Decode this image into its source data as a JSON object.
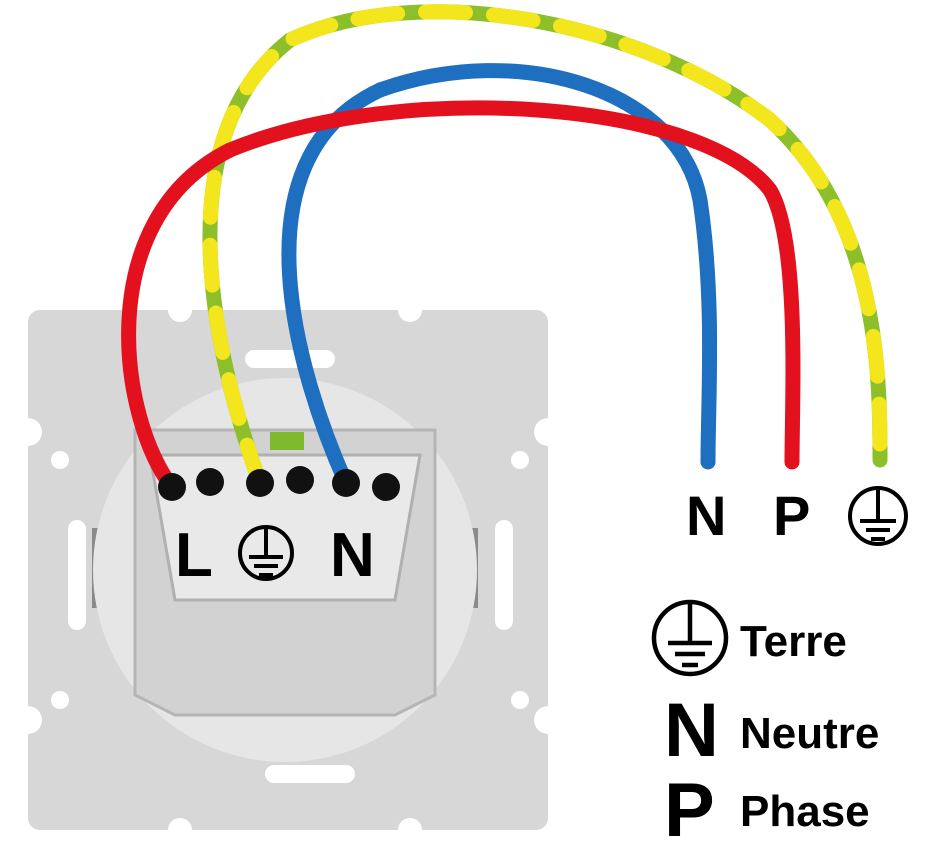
{
  "socket": {
    "terminal_labels": {
      "phase": "L",
      "neutral": "N"
    }
  },
  "wires": [
    {
      "name": "phase",
      "color": "#e3101e"
    },
    {
      "name": "neutral",
      "color": "#1e6fc0"
    },
    {
      "name": "earth",
      "color_a": "#f4e61c",
      "color_b": "#8cbf2a"
    }
  ],
  "supply_labels": {
    "neutral": "N",
    "phase": "P"
  },
  "legend": [
    {
      "symbol": "earth-symbol",
      "text": "Terre"
    },
    {
      "symbol": "N",
      "text": "Neutre"
    },
    {
      "symbol": "P",
      "text": "Phase"
    }
  ],
  "colors": {
    "plate": "#d7d7d7",
    "plate_dark": "#c9c9c9",
    "terminal": "#111111"
  }
}
